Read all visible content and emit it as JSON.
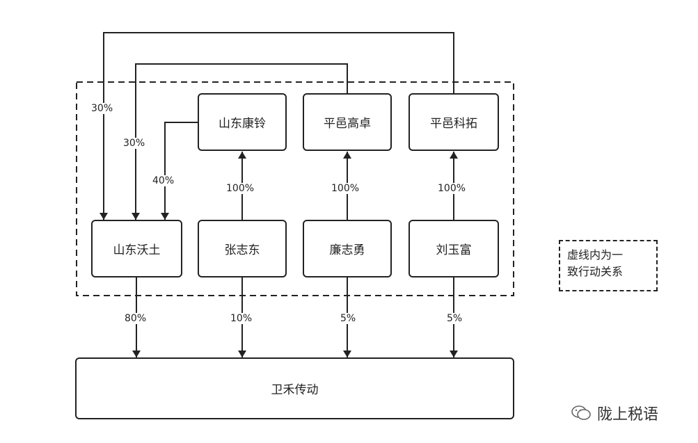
{
  "nodes": {
    "shandong_kangling": "山东康铃",
    "pingyi_gaozhuo": "平邑高卓",
    "pingyi_ketuo": "平邑科拓",
    "shandong_wotu": "山东沃土",
    "zhang_zhidong": "张志东",
    "lian_zhiyong": "廉志勇",
    "liu_yufu": "刘玉富",
    "weihe_chuandong": "卫禾传动"
  },
  "edges": {
    "ketuo_to_wotu": "30%",
    "gaozhuo_to_wotu": "30%",
    "kangling_to_wotu": "40%",
    "zhang_to_kangling": "100%",
    "lian_to_gaozhuo": "100%",
    "liu_to_ketuo": "100%",
    "wotu_to_weihe": "80%",
    "zhang_to_weihe": "10%",
    "lian_to_weihe": "5%",
    "liu_to_weihe": "5%"
  },
  "legend": {
    "line1": "虚线内为一",
    "line2": "致行动关系"
  },
  "watermark": {
    "text": "陇上税语",
    "icon": "wechat-icon"
  }
}
